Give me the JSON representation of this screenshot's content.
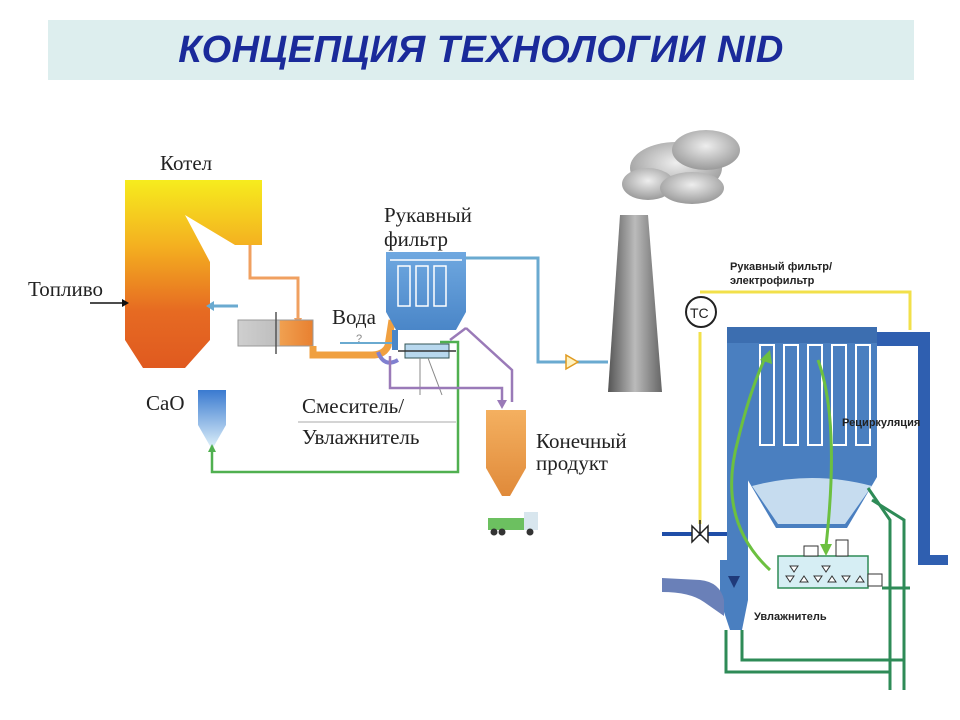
{
  "title": "КОНЦЕПЦИЯ ТЕХНОЛОГИИ NID",
  "labels": {
    "boiler": "Котел",
    "fuel": "Топливо",
    "bag_filter_line1": "Рукавный",
    "bag_filter_line2": "фильтр",
    "water": "Вода",
    "cao": "CaO",
    "mixer_line1": "Смеситель/",
    "mixer_line2": "Увлажнитель",
    "final_line1": "Конечный",
    "final_line2": "продукт"
  },
  "detail": {
    "filter_line1": "Рукавный фильтр/",
    "filter_line2": "электрофильтр",
    "tc": "TC",
    "recirculation": "Рециркуляция",
    "humidifier": "Увлажнитель"
  },
  "colors": {
    "title": "#1a2a9a",
    "flue_gas": "#6aaad0",
    "hot_gas": "#f0a060",
    "lime": "#50b050",
    "product": "#9a7ab8",
    "yellow_line": "#f2e04a",
    "vessel_blue": "#4a7fc0",
    "dark_blue": "#1f4ea8",
    "green_pipe": "#2e8b57"
  }
}
